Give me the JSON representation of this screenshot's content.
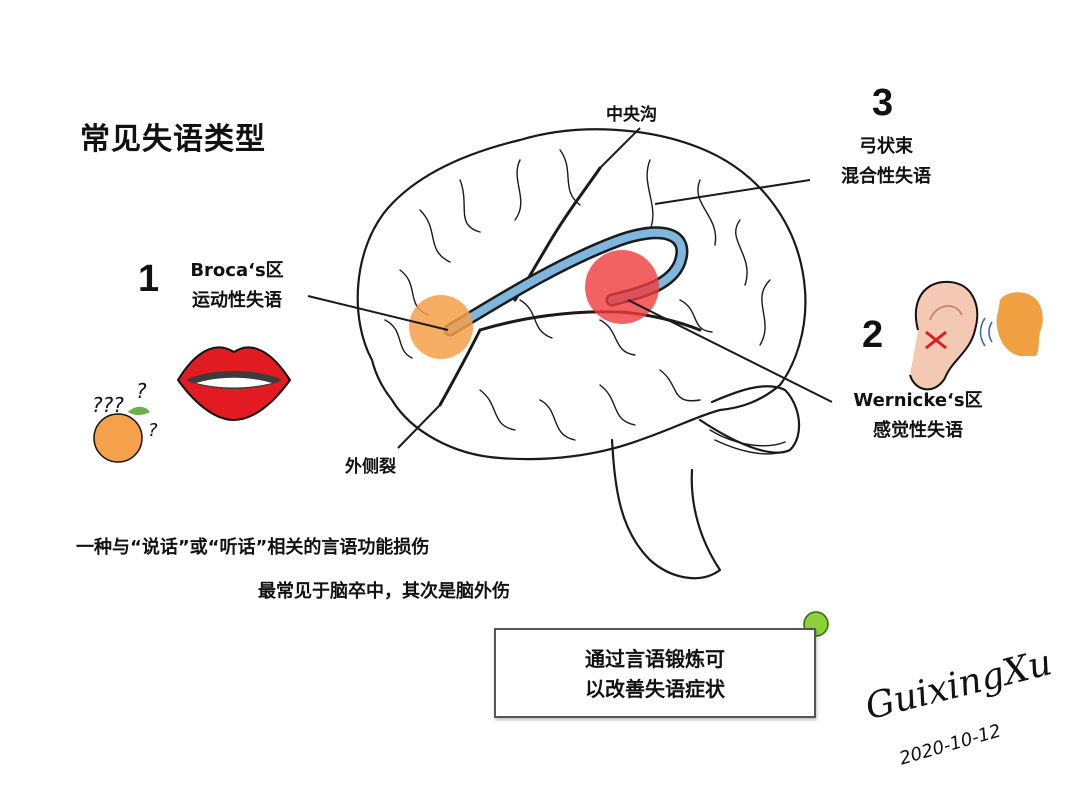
{
  "title": "常见失语类型",
  "regions": {
    "broca": {
      "number": "1",
      "name": "Broca‘s区",
      "type": "运动性失语",
      "color": "#f5a04a"
    },
    "wernicke": {
      "number": "2",
      "name": "Wernicke‘s区",
      "type": "感觉性失语",
      "color": "#ef3b3b"
    },
    "arcuate": {
      "number": "3",
      "name": "弓状束",
      "type": "混合性失语",
      "color": "#7fb6de"
    }
  },
  "landmarks": {
    "central_sulcus": "中央沟",
    "lateral_fissure": "外侧裂"
  },
  "confusion_marks": "???",
  "description": {
    "line1": "一种与“说话”或“听话”相关的言语功能损伤",
    "line2": "最常见于脑卒中，其次是脑外伤"
  },
  "note": {
    "line1": "通过言语锻炼可",
    "line2": "以改善失语症状"
  },
  "signature": {
    "name": "GuixingXu",
    "date": "2020-10-12"
  },
  "colors": {
    "orange": "#f5a04a",
    "lip_red": "#e21b22",
    "pin_green": "#8bd13a",
    "face_orange": "#f0a040",
    "ear_skin": "#f4c9b4"
  }
}
